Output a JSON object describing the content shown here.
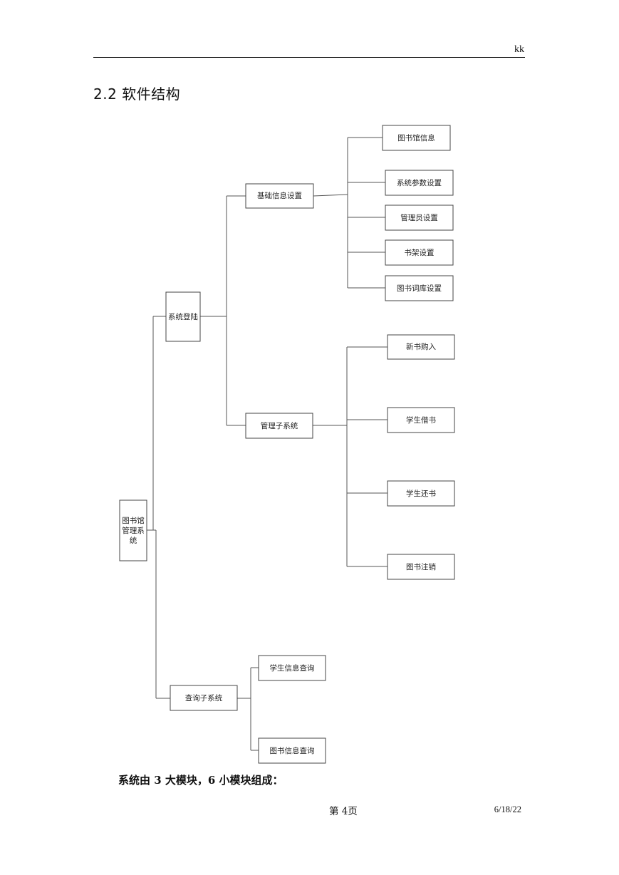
{
  "header": {
    "text": "kk"
  },
  "section": {
    "title": "2.2 软件结构"
  },
  "diagram": {
    "root": "图书馆管理系统",
    "nodes": {
      "login": "系统登陆",
      "basic_settings": "基础信息设置",
      "library_info": "图书馆信息",
      "system_params": "系统参数设置",
      "admin_settings": "管理员设置",
      "shelf_settings": "书架设置",
      "thesaurus_settings": "图书词库设置",
      "management": "管理子系统",
      "new_book": "新书购入",
      "borrow": "学生借书",
      "return": "学生还书",
      "cancel": "图书注销",
      "query": "查询子系统",
      "student_query": "学生信息查询",
      "book_query": "图书信息查询"
    }
  },
  "summary": {
    "text": "系统由 3 大模块，6 小模块组成："
  },
  "footer": {
    "page": "第 4页",
    "date": "6/18/22"
  }
}
